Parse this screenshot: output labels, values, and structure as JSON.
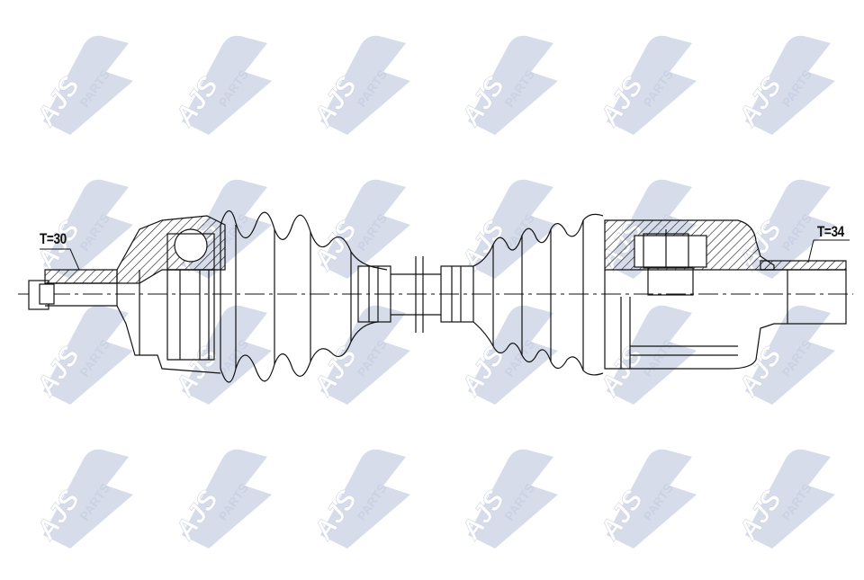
{
  "diagram": {
    "type": "technical-drawing",
    "subject": "CV drive shaft (half shaft) assembly cross-section",
    "labels": {
      "outer_joint_teeth": "T=30",
      "inner_joint_teeth": "T=34"
    },
    "watermark": {
      "text_main": "AJS",
      "text_sub": "PARTS",
      "color": "#c5cde0",
      "rows": 4,
      "cols": 6
    },
    "colors": {
      "line": "#111111",
      "background": "#ffffff",
      "watermark": "#c5cde0"
    }
  }
}
